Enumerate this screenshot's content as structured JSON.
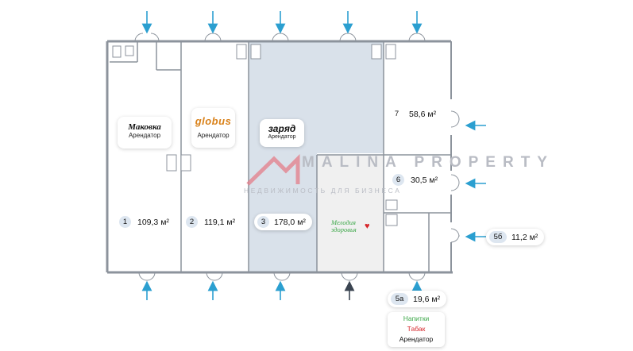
{
  "watermark": {
    "title": "MALINA PROPERTY",
    "subtitle": "НЕДВИЖИМОСТЬ ДЛЯ БИЗНЕСА"
  },
  "tenants": {
    "makovka": {
      "logo": "Маковка",
      "status": "Арендатор"
    },
    "globus": {
      "logo": "globus",
      "status": "Арендатор"
    },
    "zaryad": {
      "logo": "заряд",
      "status": "Арендатор"
    },
    "melodiya": {
      "logo": "Мелодия здоровья"
    }
  },
  "rooms": [
    {
      "number": "1",
      "area": "109,3 м²"
    },
    {
      "number": "2",
      "area": "119,1 м²"
    },
    {
      "number": "3",
      "area": "178,0 м²"
    },
    {
      "number": "7",
      "area": "58,6 м²"
    },
    {
      "number": "6",
      "area": "30,5 м²"
    },
    {
      "number": "5б",
      "area": "11,2 м²"
    },
    {
      "number": "5а",
      "area": "19,6 м²"
    }
  ],
  "info_card": {
    "line1": "Напитки",
    "line2": "Табак",
    "line3": "Арендатор"
  },
  "colors": {
    "entrance_arrow": "#2b9fd0",
    "highlight_room": "#d9e1ea",
    "rented_room": "#f0f0f0",
    "walls": "#8c939c",
    "green": "#3ea84a",
    "red": "#d6262b"
  }
}
